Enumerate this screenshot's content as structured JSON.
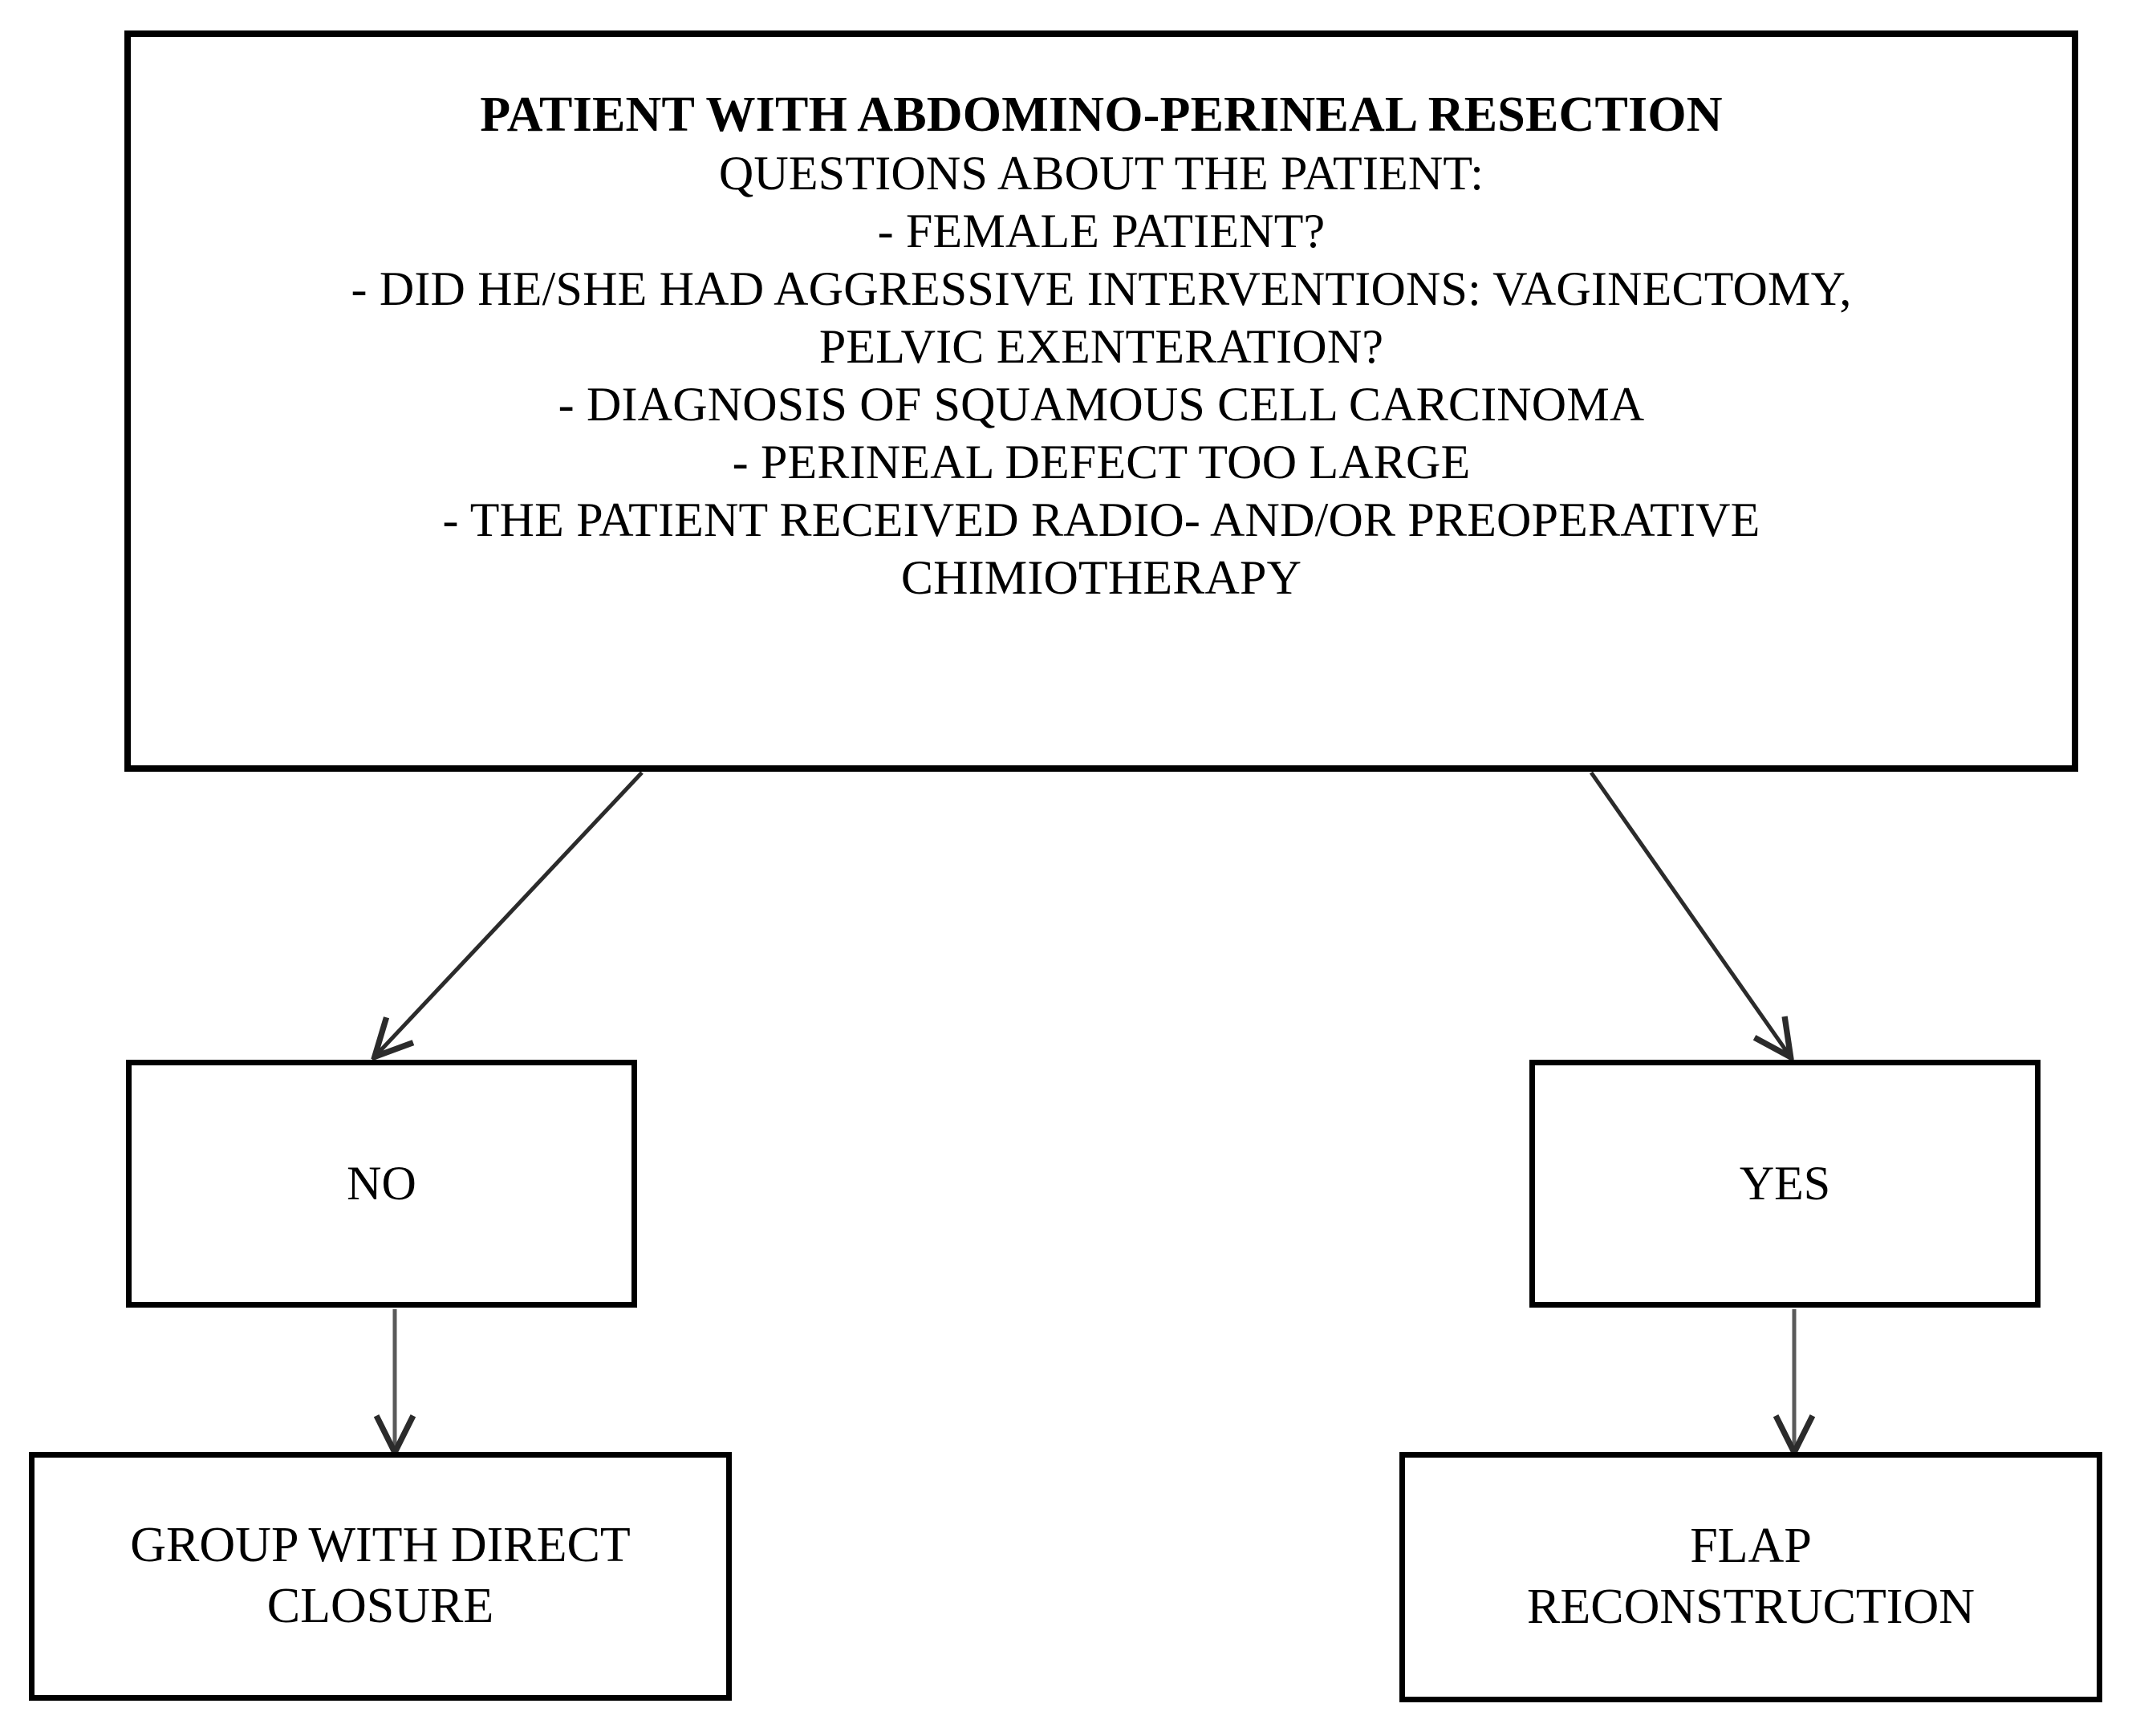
{
  "diagram": {
    "type": "flowchart",
    "title_box": {
      "heading": "PATIENT WITH ABDOMINO-PERINEAL RESECTION",
      "subheading": "QUESTIONS ABOUT THE PATIENT:",
      "questions": [
        "- FEMALE PATIENT?",
        "- DID HE/SHE HAD AGGRESSIVE INTERVENTIONS: VAGINECTOMY,",
        "PELVIC EXENTERATION?",
        "- DIAGNOSIS OF SQUAMOUS CELL CARCINOMA",
        "- PERINEAL DEFECT TOO LARGE",
        "- THE PATIENT RECEIVED RADIO- AND/OR PREOPERATIVE",
        "CHIMIOTHERAPY"
      ]
    },
    "branch_no": {
      "label": "NO",
      "outcome_line1": "GROUP WITH DIRECT",
      "outcome_line2": "CLOSURE"
    },
    "branch_yes": {
      "label": "YES",
      "outcome_line1": "FLAP",
      "outcome_line2": "RECONSTRUCTION"
    },
    "colors": {
      "stroke": "#000000",
      "background": "#ffffff",
      "connector": "#3a3a3a"
    }
  }
}
